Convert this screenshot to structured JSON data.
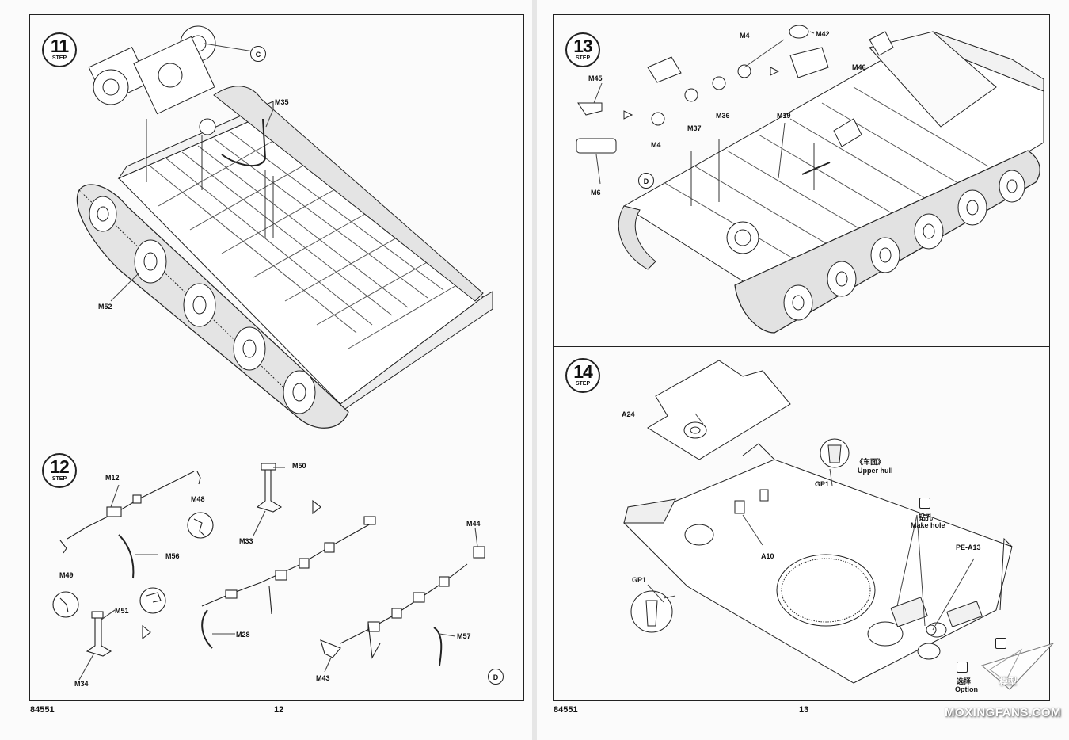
{
  "left_page": {
    "step11": {
      "number": "11",
      "label": "STEP",
      "callouts": {
        "c": "C",
        "m35": "M35",
        "m52": "M52"
      }
    },
    "step12": {
      "number": "12",
      "label": "STEP",
      "callouts": {
        "m12": "M12",
        "m48": "M48",
        "m56": "M56",
        "m49": "M49",
        "m51": "M51",
        "m34": "M34",
        "m50": "M50",
        "m33": "M33",
        "m28": "M28",
        "m44": "M44",
        "m57": "M57",
        "m43": "M43",
        "d": "D"
      }
    },
    "product_code": "84551",
    "page_number": "12"
  },
  "right_page": {
    "step13": {
      "number": "13",
      "label": "STEP",
      "callouts": {
        "m45": "M45",
        "m6": "M6",
        "m4a": "M4",
        "m4b": "M4",
        "m37": "M37",
        "m36": "M36",
        "m42": "M42",
        "m46": "M46",
        "m19": "M19",
        "d": "D"
      }
    },
    "step14": {
      "number": "14",
      "label": "STEP",
      "callouts": {
        "a24": "A24",
        "gp1a": "GP1",
        "gp1b": "GP1",
        "a10": "A10",
        "pea13": "PE-A13"
      },
      "upper_hull_cn": "《车面》",
      "upper_hull_en": "Upper hull",
      "make_hole_cn": "钻孔",
      "make_hole_en": "Make hole",
      "option_cn": "选择",
      "option_en": "Option"
    },
    "product_code": "84551",
    "page_number": "13"
  },
  "watermark": "MOXINGFANS.COM",
  "watermark_logo_text": "模型"
}
